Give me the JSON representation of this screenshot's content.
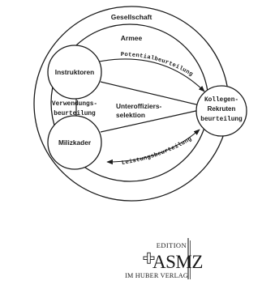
{
  "diagram": {
    "outer_circle_label": "Gesellschaft",
    "inner_circle_label": "Armee",
    "nodes": {
      "instructors": "Instruktoren",
      "militia_cadre": "Milizkader",
      "peers_recruits": [
        "Kollegen-",
        "Rekruten",
        "beurteilung"
      ]
    },
    "center_label": [
      "Unteroffiziers-",
      "selektion"
    ],
    "left_label": [
      "Verwendungs-",
      "beurteilung"
    ],
    "edge_top_label": "Potentialbeurteilung",
    "edge_bottom_label": "Leistungsbeurteilung"
  },
  "publisher_logo": {
    "edition": "EDITION",
    "brand": "ASMZ",
    "publisher": "IM HUBER VERLAG"
  }
}
